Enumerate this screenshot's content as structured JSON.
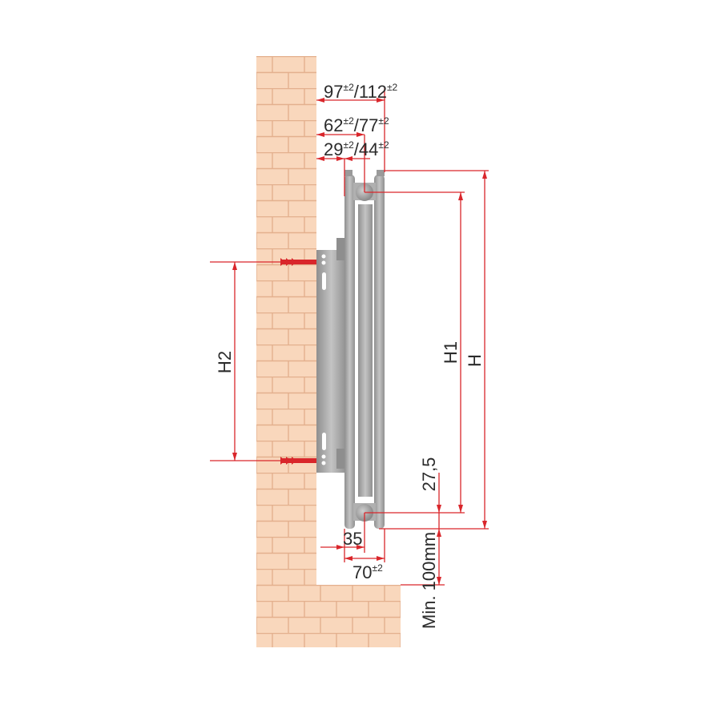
{
  "dimensions": {
    "depth_total": {
      "a": "97",
      "a_tol": "±2",
      "sep": "/",
      "b": "112",
      "b_tol": "±2"
    },
    "depth_pipe": {
      "a": "62",
      "a_tol": "±2",
      "sep": "/",
      "b": "77",
      "b_tol": "±2"
    },
    "depth_panel": {
      "a": "29",
      "a_tol": "±2",
      "sep": "/",
      "b": "44",
      "b_tol": "±2"
    },
    "height_total": "H",
    "height_axis": "H1",
    "bracket_spacing": "H2",
    "pipe_offset": "27,5",
    "floor_clearance": "100mm",
    "floor_clearance_prefix": "Min.",
    "half_width": "35",
    "width": {
      "value": "70",
      "tol": "±2"
    }
  },
  "colors": {
    "dimension": "#d9262b",
    "brick": "#f9d7bc",
    "mortar": "#e3b08e",
    "steel": "#a7a7a7"
  }
}
